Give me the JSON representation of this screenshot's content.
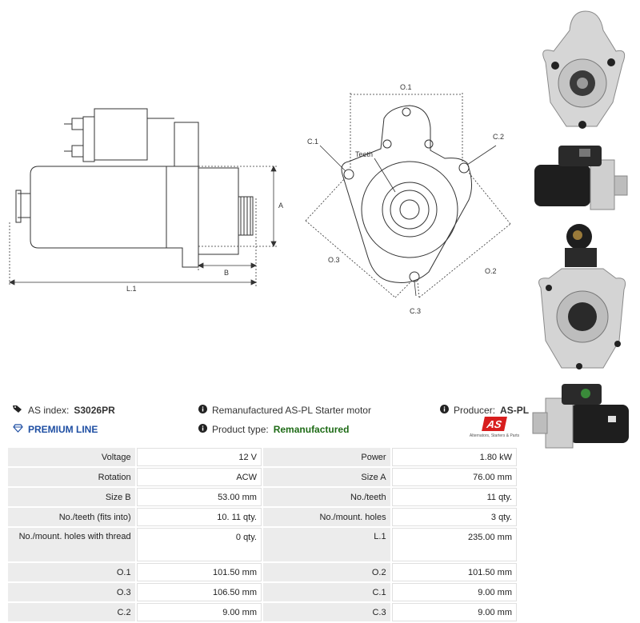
{
  "drawing": {
    "side_labels": {
      "a": "A",
      "b": "B",
      "l1": "L.1"
    },
    "front_labels": {
      "o1": "O.1",
      "c1": "C.1",
      "c2": "C.2",
      "teeth": "Teeth",
      "o3": "O.3",
      "o2": "O.2",
      "c3": "C.3"
    }
  },
  "info": {
    "as_index_label": "AS index:",
    "as_index_value": "S3026PR",
    "premium_line": "PREMIUM LINE",
    "description": "Remanufactured AS-PL Starter motor",
    "product_type_label": "Product type:",
    "product_type_value": "Remanufactured",
    "producer_label": "Producer:",
    "producer_value": "AS-PL",
    "logo_text": "AS",
    "logo_tagline": "Alternators, Starters & Parts"
  },
  "specs": [
    [
      "Voltage",
      "12 V",
      "Power",
      "1.80 kW"
    ],
    [
      "Rotation",
      "ACW",
      "Size A",
      "76.00 mm"
    ],
    [
      "Size B",
      "53.00 mm",
      "No./teeth",
      "11 qty."
    ],
    [
      "No./teeth (fits into)",
      "10. 11 qty.",
      "No./mount. holes",
      "3 qty."
    ],
    [
      "No./mount. holes with thread",
      "0 qty.",
      "L.1",
      "235.00 mm"
    ],
    [
      "O.1",
      "101.50 mm",
      "O.2",
      "101.50 mm"
    ],
    [
      "O.3",
      "106.50 mm",
      "C.1",
      "9.00 mm"
    ],
    [
      "C.2",
      "9.00 mm",
      "C.3",
      "9.00 mm"
    ]
  ],
  "colors": {
    "premium": "#1f4fa3",
    "remanufactured": "#1e6b16",
    "logo_red": "#d81e1e"
  }
}
